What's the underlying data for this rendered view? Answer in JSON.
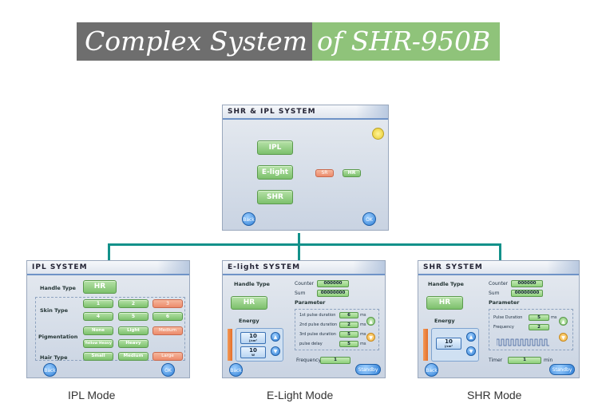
{
  "title": {
    "part1": "Complex System",
    "part2": "of SHR-950B"
  },
  "main_screen": {
    "header": "SHR & IPL SYSTEM",
    "buttons": {
      "ipl": "IPL",
      "elight": "E-light",
      "shr": "SHR",
      "sr": "SR",
      "hr": "HR"
    },
    "back": "Back",
    "ok": "OK"
  },
  "ipl_screen": {
    "header": "IPL SYSTEM",
    "handle_type_label": "Handle Type",
    "handle_type_value": "HR",
    "skin_type_label": "Skin Type",
    "skin_types": [
      "1",
      "2",
      "3",
      "4",
      "5",
      "6"
    ],
    "pigmentation_label": "Pigmentation",
    "pigmentation": [
      "None",
      "Light",
      "Medium",
      "Yellow Heavy",
      "Heavy"
    ],
    "hair_type_label": "Hair Type",
    "hair_types": [
      "Small",
      "Medium",
      "Large"
    ],
    "back": "Back",
    "ok": "OK"
  },
  "elight_screen": {
    "header": "E-light SYSTEM",
    "handle_type_label": "Handle Type",
    "handle_type_value": "HR",
    "counter_label": "Counter",
    "counter_value": "000000",
    "sum_label": "Sum",
    "sum_value": "00000000",
    "parameter_label": "Parameter",
    "energy_label": "Energy",
    "energy_value1": "10",
    "energy_unit1": "J/cm²",
    "energy_value2": "10",
    "energy_unit2": "W",
    "params": [
      {
        "label": "1st pulse duration",
        "value": "6",
        "unit": "ms"
      },
      {
        "label": "2nd pulse duration",
        "value": "2",
        "unit": "ms"
      },
      {
        "label": "3rd pulse duration",
        "value": "5",
        "unit": "ms"
      },
      {
        "label": "pulse delay",
        "value": "5",
        "unit": "ms"
      }
    ],
    "frequency_label": "Frequency",
    "frequency_value": "1",
    "back": "Back",
    "standby": "Standby"
  },
  "shr_screen": {
    "header": "SHR SYSTEM",
    "handle_type_label": "Handle Type",
    "handle_type_value": "HR",
    "counter_label": "Counter",
    "counter_value": "000000",
    "sum_label": "Sum",
    "sum_value": "00000000",
    "parameter_label": "Parameter",
    "energy_label": "Energy",
    "energy_value": "10",
    "energy_unit": "J/cm²",
    "pulse_duration_label": "Pulse Duration",
    "pulse_duration_value": "5",
    "pulse_duration_unit": "ms",
    "frequency_label": "Frequency",
    "frequency_value": "2",
    "timer_label": "Timer",
    "timer_value": "1",
    "timer_unit": "min",
    "back": "Back",
    "standby": "Standby"
  },
  "captions": {
    "ipl": "IPL Mode",
    "elight": "E-Light Mode",
    "shr": "SHR Mode"
  }
}
